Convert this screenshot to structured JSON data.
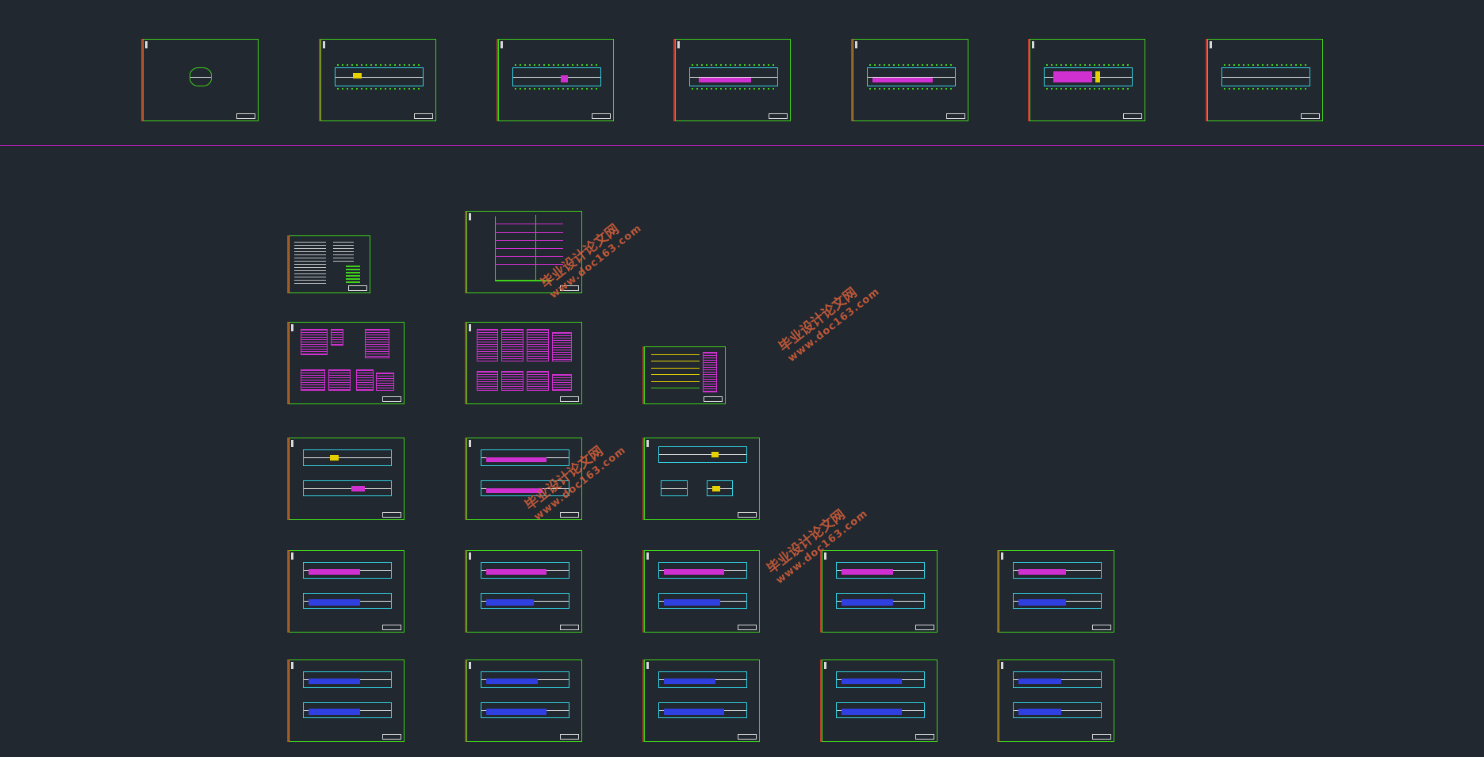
{
  "canvas": {
    "background": "#212830",
    "frame_color": "#3fd21a",
    "accent_color": "#c0392b",
    "separator_color": "#b020b0"
  },
  "watermarks": [
    {
      "cn": "毕业设计论文网",
      "url": "www.doc163.com"
    },
    {
      "cn": "毕业设计论文网",
      "url": "www.doc163.com"
    },
    {
      "cn": "毕业设计论文网",
      "url": "www.doc163.com"
    },
    {
      "cn": "毕业设计论文网",
      "url": "www.doc163.com"
    }
  ],
  "top_row": {
    "sheet_count": 7,
    "sheets": [
      "elevation-plan",
      "floor-plan",
      "floor-plan",
      "floor-plan",
      "floor-plan",
      "floor-plan",
      "floor-plan"
    ]
  },
  "lower_grid": {
    "sheets": [
      "design-notes",
      "riser-diagram",
      "legend-tables",
      "legend-tables",
      "system-diagram",
      "double-floor-plan",
      "double-floor-plan",
      "floor-plan-details",
      "double-floor-plan",
      "double-floor-plan",
      "double-floor-plan",
      "double-floor-plan",
      "double-floor-plan",
      "double-floor-plan",
      "double-floor-plan",
      "double-floor-plan",
      "double-floor-plan",
      "double-floor-plan"
    ]
  }
}
